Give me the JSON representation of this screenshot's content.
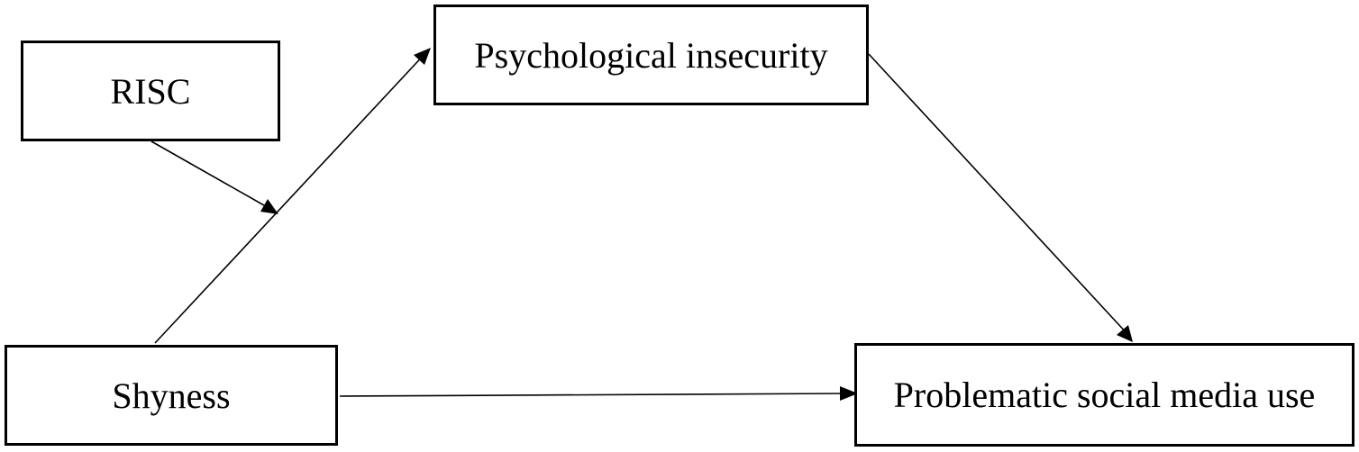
{
  "diagram": {
    "nodes": {
      "risc": "RISC",
      "psychological_insecurity": "Psychological insecurity",
      "shyness": "Shyness",
      "problematic_social_media_use": "Problematic social media use"
    },
    "edges": [
      {
        "from": "shyness",
        "to": "psychological_insecurity"
      },
      {
        "from": "psychological_insecurity",
        "to": "problematic_social_media_use"
      },
      {
        "from": "shyness",
        "to": "problematic_social_media_use"
      },
      {
        "from": "risc",
        "to": "shyness-psychological_insecurity path"
      }
    ],
    "colors": {
      "stroke": "#000000",
      "background": "#ffffff"
    }
  }
}
